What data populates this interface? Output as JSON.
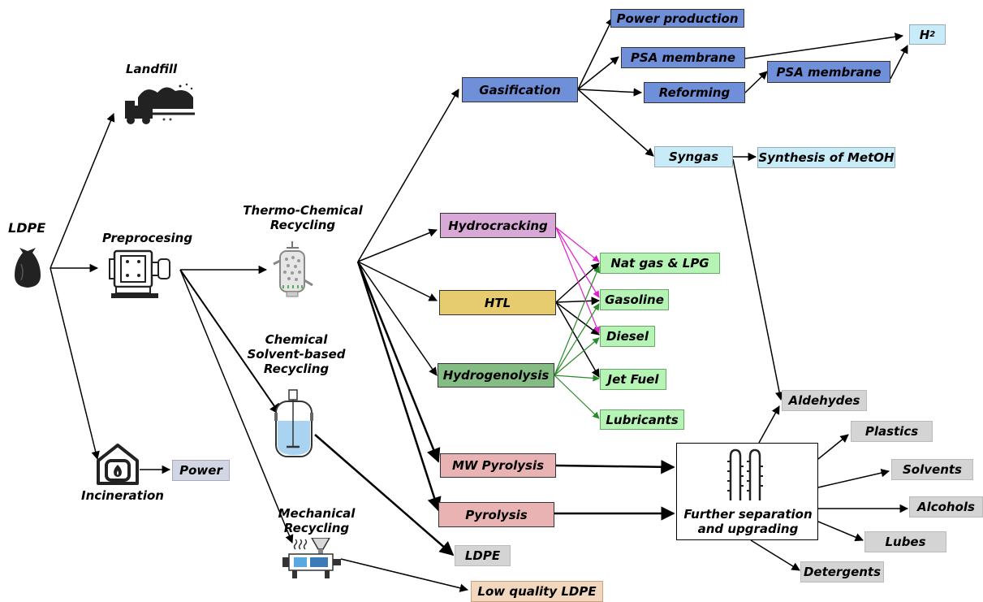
{
  "labels": {
    "ldpe": "LDPE",
    "landfill": "Landfill",
    "preprocessing": "Preprocesing",
    "incineration": "Incineration",
    "thermo_1": "Thermo-Chemical",
    "thermo_2": "Recycling",
    "chem_1": "Chemical",
    "chem_2": "Solvent-based",
    "chem_3": "Recycling",
    "mech_1": "Mechanical",
    "mech_2": "Recycling"
  },
  "boxes": {
    "power": "Power",
    "gasification": "Gasification",
    "power_production": "Power production",
    "psa_membrane_1": "PSA membrane",
    "reforming": "Reforming",
    "psa_membrane_2": "PSA membrane",
    "h2_main": "H",
    "h2_sub": "2",
    "syngas": "Syngas",
    "synthesis_metoh": "Synthesis of MetOH",
    "hydrocracking": "Hydrocracking",
    "htl": "HTL",
    "hydrogenolysis": "Hydrogenolysis",
    "nat_gas": "Nat gas & LPG",
    "gasoline": "Gasoline",
    "diesel": "Diesel",
    "jet_fuel": "Jet Fuel",
    "lubricants": "Lubricants",
    "mw_pyrolysis": "MW Pyrolysis",
    "pyrolysis": "Pyrolysis",
    "ldpe_out": "LDPE",
    "low_quality_ldpe": "Low quality LDPE",
    "aldehydes": "Aldehydes",
    "plastics": "Plastics",
    "solvents": "Solvents",
    "alcohols": "Alcohols",
    "lubes": "Lubes",
    "detergents": "Detergents",
    "further_1": "Further separation",
    "further_2": "and upgrading"
  },
  "colors": {
    "blue": "#6f8fd9",
    "light_blue": "#c8ecf7",
    "purple": "#d8a9d6",
    "yellow": "#e6cc6e",
    "dark_green": "#84bc84",
    "green": "#b5f4b5",
    "pink": "#e9b3b3",
    "gray": "#d4d4d4",
    "tan": "#f0d7be",
    "magenta_arrows": "#e020d0",
    "green_arrows": "#2a8a2a"
  },
  "icons": [
    "trash-bag-icon",
    "landfill-truck-icon",
    "shredder-machine-icon",
    "incinerator-house-icon",
    "reactor-column-icon",
    "stirred-tank-icon",
    "extruder-icon",
    "distillation-columns-icon"
  ]
}
